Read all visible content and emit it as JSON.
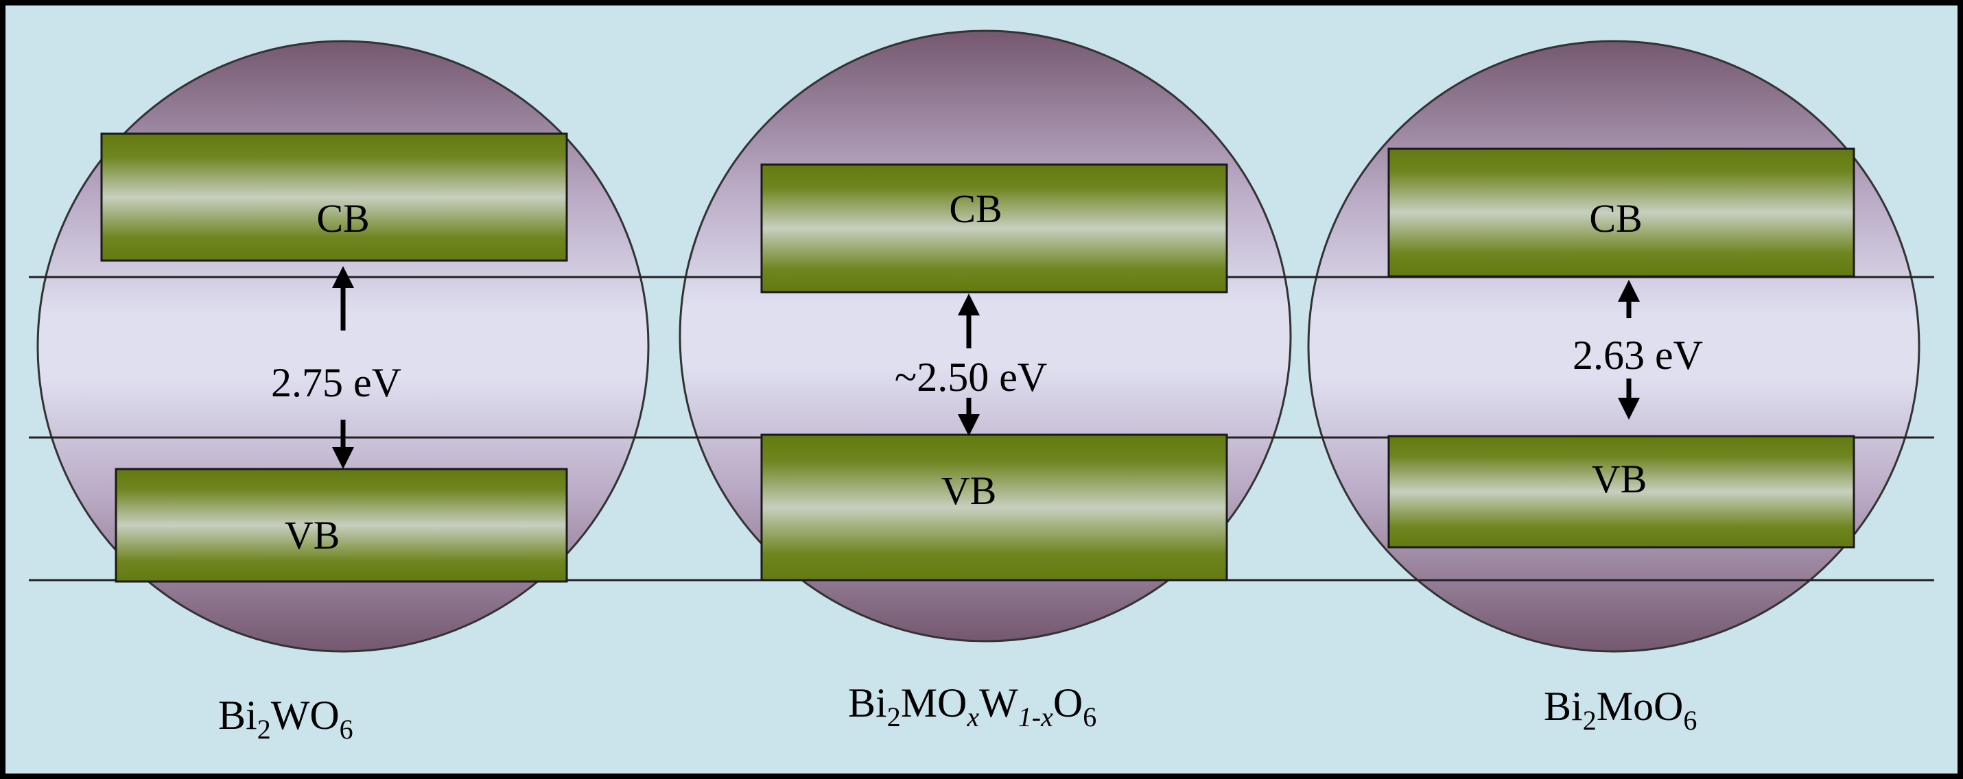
{
  "colors": {
    "background": "#cbe4ec",
    "border": "#000000",
    "particle_dark": "#7a6078",
    "particle_light": "#dfdff0",
    "band_green": "#667d12",
    "band_light": "#c7cfbf",
    "level_line": "#222222"
  },
  "materials": [
    {
      "id": "bi2wo6",
      "formula": {
        "part1": "Bi",
        "sub1": "2",
        "part2": "WO",
        "sub2": "6"
      },
      "cb_label": "CB",
      "vb_label": "VB",
      "band_gap_label": "2.75 eV",
      "band_gap_eV": 2.75
    },
    {
      "id": "bi2moxw1xo6",
      "formula": {
        "part1": "Bi",
        "sub1": "2",
        "part2": "MO",
        "sub2": "x",
        "part3": "W",
        "sub3": "1-x",
        "part4": "O",
        "sub4": "6"
      },
      "cb_label": "CB",
      "vb_label": "VB",
      "band_gap_label": "~2.50 eV",
      "band_gap_eV": 2.5
    },
    {
      "id": "bi2moo6",
      "formula": {
        "part1": "Bi",
        "sub1": "2",
        "part2": "MoO",
        "sub2": "6"
      },
      "cb_label": "CB",
      "vb_label": "VB",
      "band_gap_label": "2.63 eV",
      "band_gap_eV": 2.63
    }
  ]
}
